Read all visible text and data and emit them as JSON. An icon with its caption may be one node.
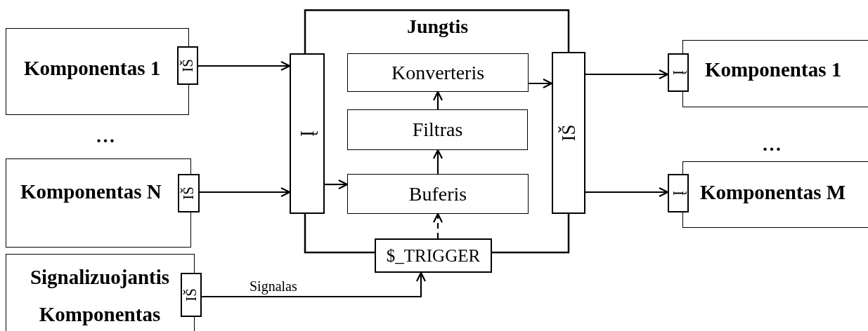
{
  "diagram": {
    "nodes": [
      {
        "text": [
          "Komponentas 1"
        ]
      },
      {
        "text": [
          "IŠ"
        ]
      },
      {
        "text": [
          "Komponentas N"
        ]
      },
      {
        "text": [
          "IŠ"
        ]
      },
      {
        "text": [
          "Signalizuojantis Komponentas"
        ]
      },
      {
        "text": [
          "IŠ"
        ]
      },
      {
        "text": [
          "Jungtis"
        ]
      },
      {
        "text": [
          "Į"
        ],
        "in": 6
      },
      {
        "text": [
          "Konverteris"
        ],
        "in": 6
      },
      {
        "text": [
          "Filtras"
        ],
        "in": 6
      },
      {
        "text": [
          "Buferis"
        ],
        "in": 6
      },
      {
        "text": [
          "$_TRIGGER"
        ],
        "in": 6
      },
      {
        "text": [
          "IŠ"
        ],
        "in": 6
      },
      {
        "text": [
          "Į"
        ]
      },
      {
        "text": [
          "Komponentas 1"
        ]
      },
      {
        "text": [
          "Į"
        ]
      },
      {
        "text": [
          "Komponentas M"
        ]
      }
    ],
    "edges": [
      {
        "from": 1,
        "to": 7,
        "arrow": "to"
      },
      {
        "from": 3,
        "to": 7,
        "arrow": "to"
      },
      {
        "from": 7,
        "to": 10,
        "arrow": "to"
      },
      {
        "from": 10,
        "to": 9,
        "arrow": "to"
      },
      {
        "from": 9,
        "to": 8,
        "arrow": "to"
      },
      {
        "from": 8,
        "to": 12,
        "arrow": "to"
      },
      {
        "from": 12,
        "to": 13,
        "arrow": "to"
      },
      {
        "from": 12,
        "to": 15,
        "arrow": "to"
      },
      {
        "from": 11,
        "to": 10,
        "arrow": "to",
        "style": "dashed"
      },
      {
        "from": 5,
        "to": 11,
        "arrow": "to",
        "label": "Signalas"
      }
    ],
    "labels": [
      "…",
      "…"
    ]
  }
}
